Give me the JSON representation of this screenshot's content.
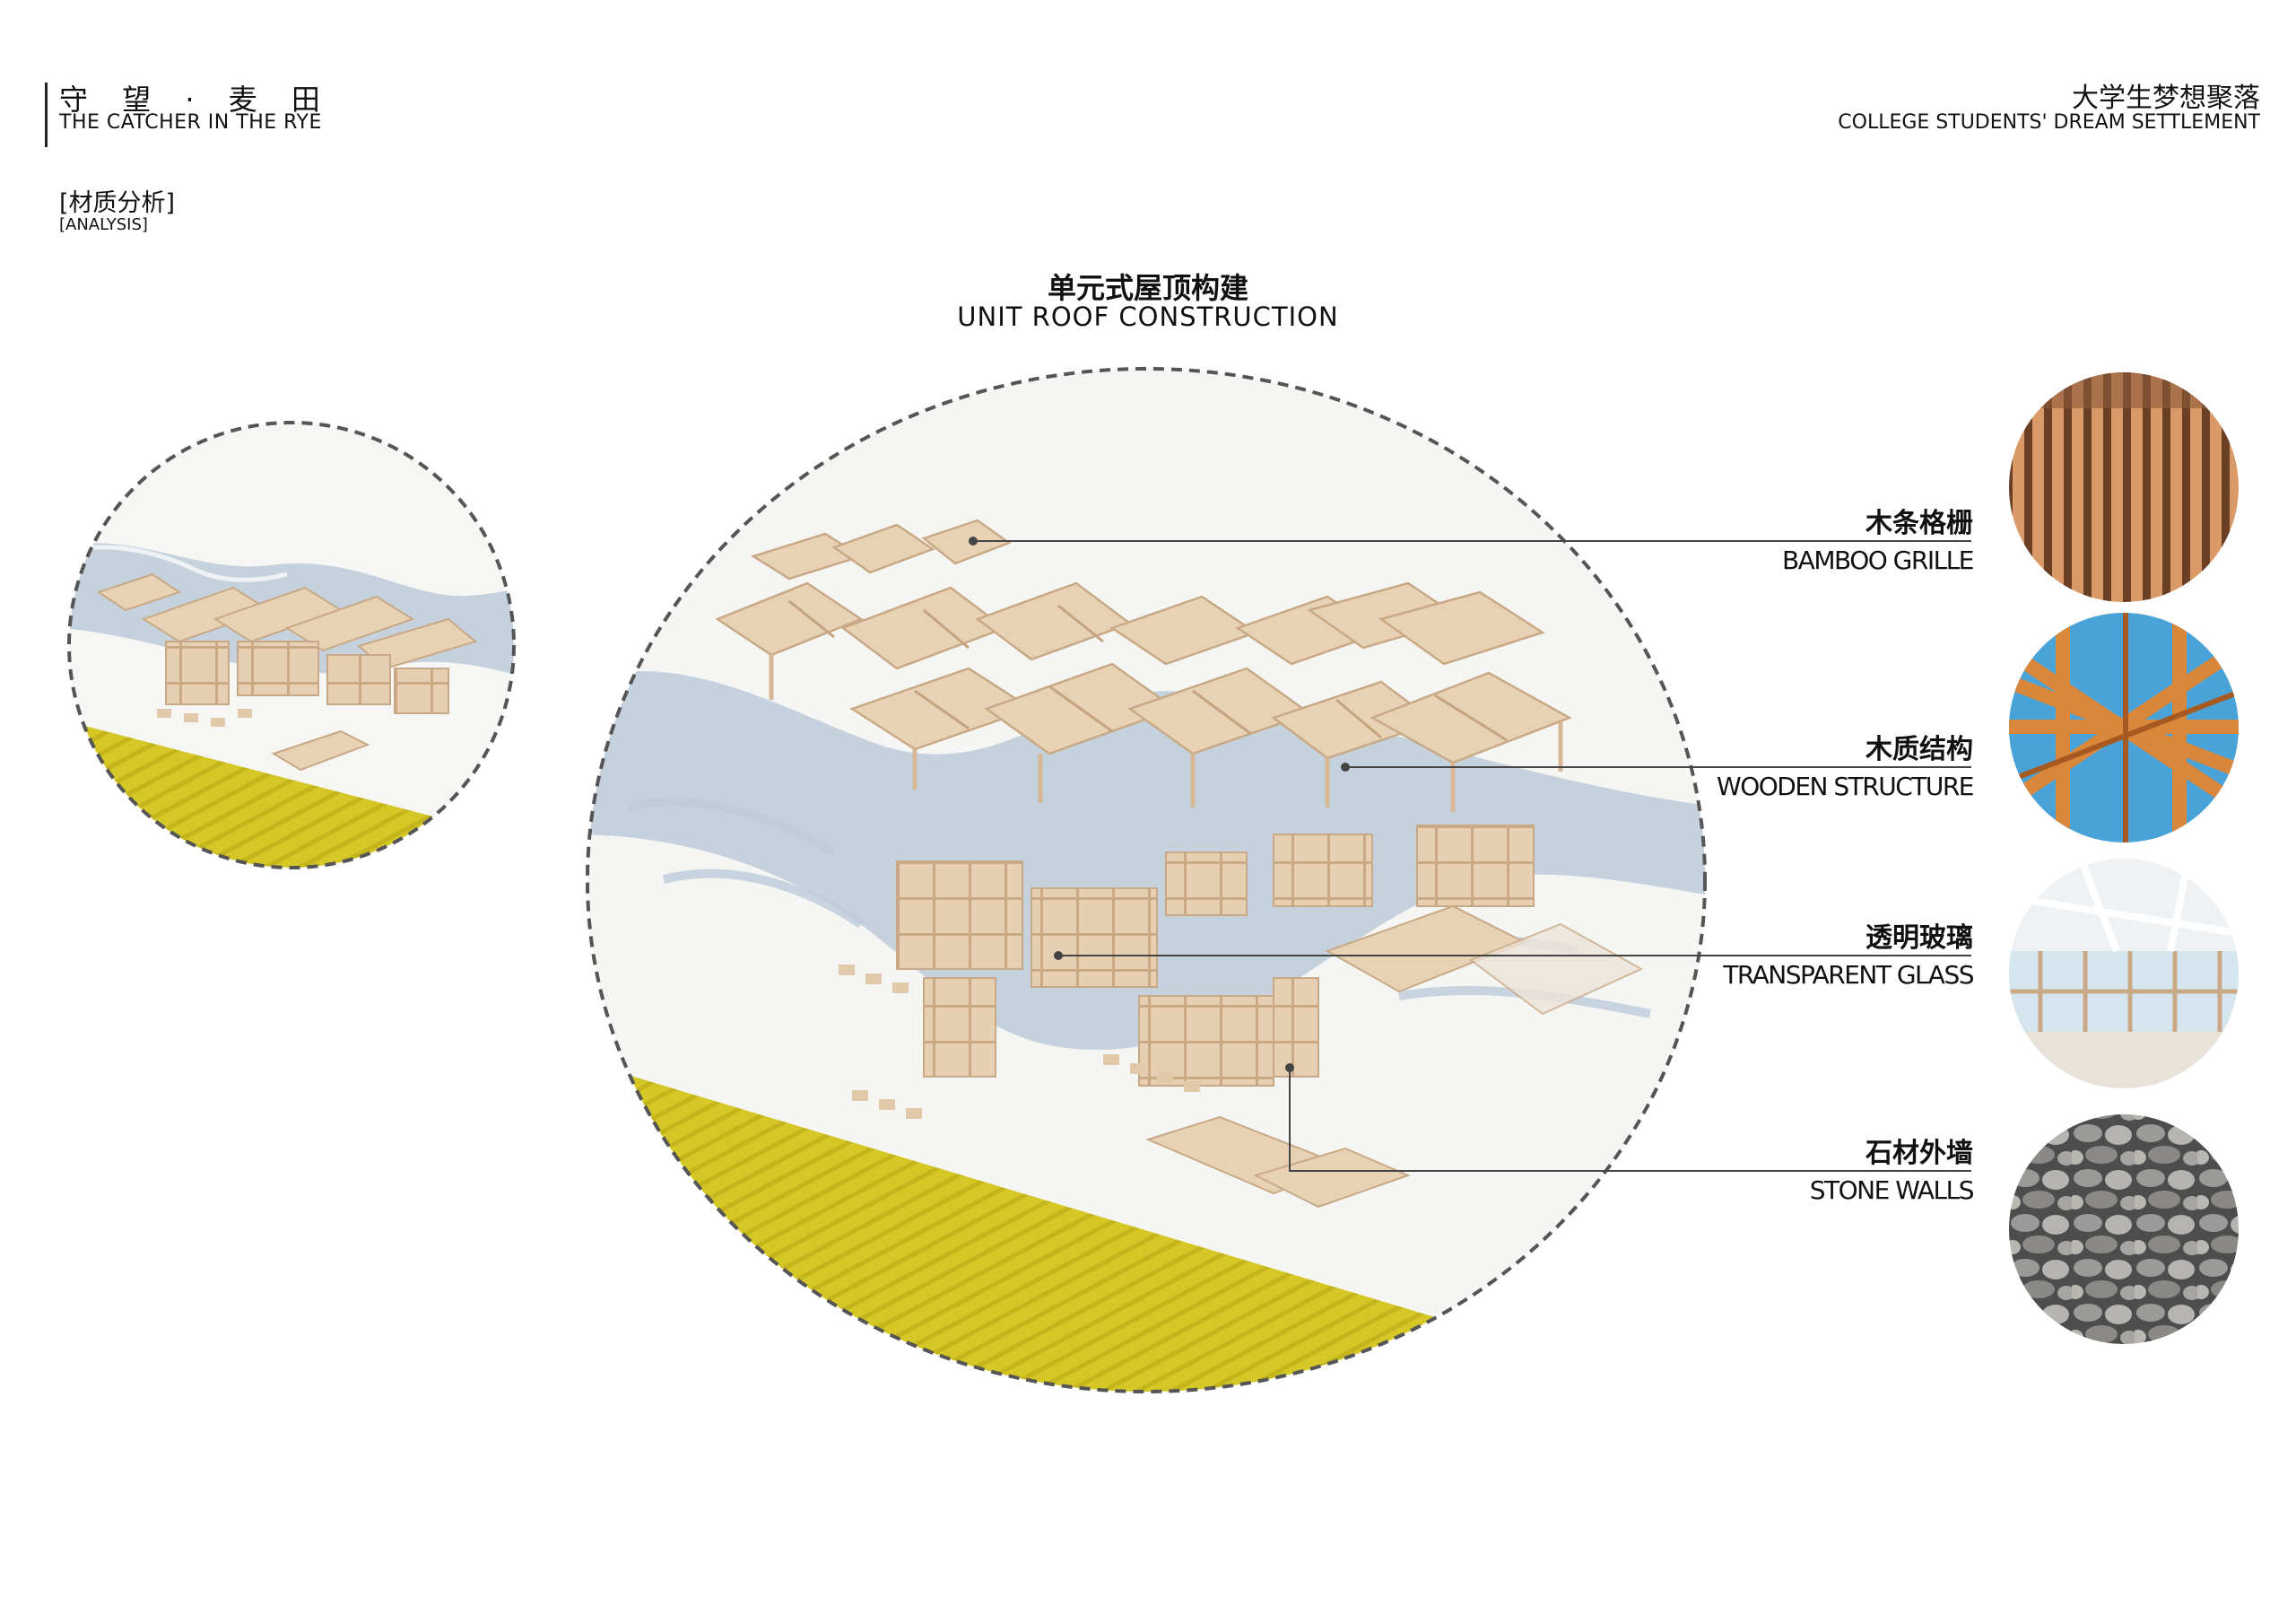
{
  "header": {
    "title_cn": "守 望 · 麦 田",
    "title_en": "THE CATCHER IN THE RYE",
    "section_cn": "[材质分析]",
    "section_en": "[ANALYSIS]",
    "project_cn": "大学生梦想聚落",
    "project_en": "COLLEGE STUDENTS' DREAM SETTLEMENT"
  },
  "diagram": {
    "title_cn": "单元式屋顶构建",
    "title_en": "UNIT ROOF CONSTRUCTION"
  },
  "materials": [
    {
      "label_cn": "木条格栅",
      "label_en": "BAMBOO GRILLE",
      "swatch": "bamboo-grille"
    },
    {
      "label_cn": "木质结构",
      "label_en": "WOODEN STRUCTURE",
      "swatch": "wooden-structure"
    },
    {
      "label_cn": "透明玻璃",
      "label_en": "TRANSPARENT GLASS",
      "swatch": "transparent-glass"
    },
    {
      "label_cn": "石材外墙",
      "label_en": "STONE WALLS",
      "swatch": "stone-walls"
    }
  ],
  "colors": {
    "wood": "#e8d2b6",
    "wood_dark": "#c9a985",
    "water": "#bcccdb",
    "field": "#d4c624",
    "dashed_border": "#555555",
    "leader_line": "#444444"
  }
}
